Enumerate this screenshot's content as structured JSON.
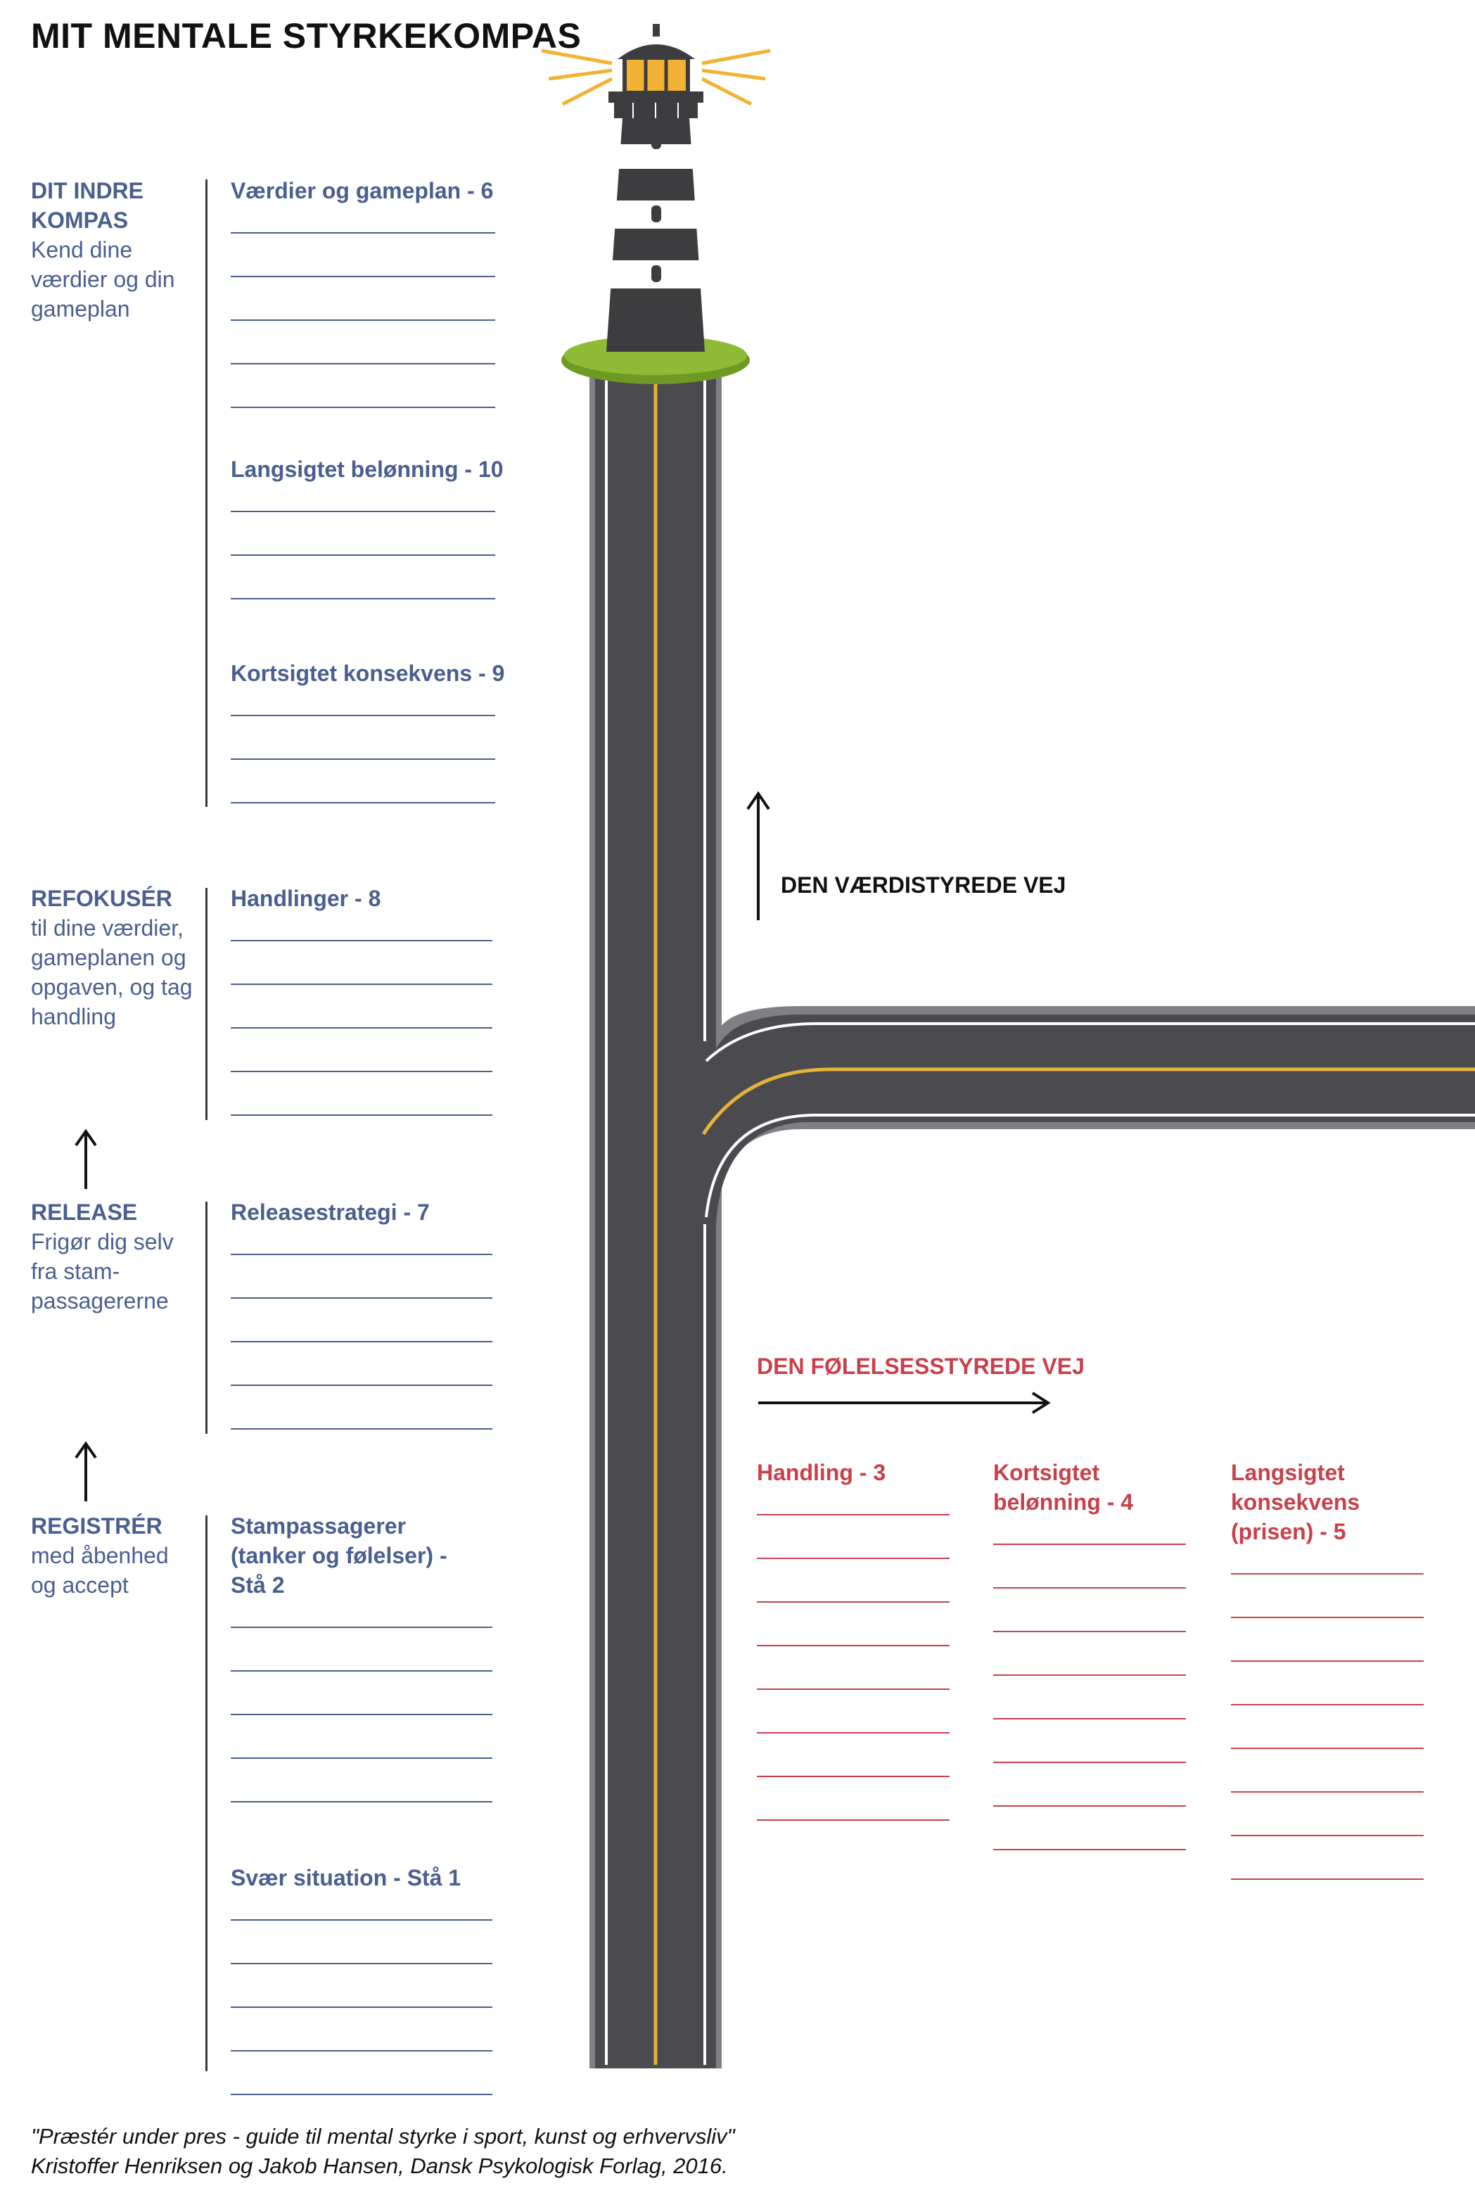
{
  "title": "MIT MENTALE STYRKEKOMPAS",
  "left_steps": [
    {
      "title": "DIT INDRE KOMPAS",
      "description": "Kend dine værdier og din gameplan"
    },
    {
      "title": "REFOKUSÉR",
      "description": "til dine værdier, gameplanen og opgaven, og tag handling"
    },
    {
      "title": "RELEASE",
      "description": "Frigør dig selv fra stam-passagererne"
    },
    {
      "title": "REGISTRÉR",
      "description": "med åbenhed og accept"
    }
  ],
  "sections": [
    {
      "heading": "Værdier og gameplan - 6",
      "lines": 5
    },
    {
      "heading": "Langsigtet belønning - 10",
      "lines": 3
    },
    {
      "heading": "Kortsigtet konsekvens - 9",
      "lines": 3
    },
    {
      "heading": "Handlinger - 8",
      "lines": 5
    },
    {
      "heading": "Releasestrategi - 7",
      "lines": 5
    },
    {
      "heading": "Stampassagerer (tanker og følelser) - Stå 2",
      "lines": 5
    },
    {
      "heading": "Svær situation - Stå 1",
      "lines": 5
    }
  ],
  "road_labels": {
    "values_road": "DEN VÆRDISTYREDE VEJ",
    "emotions_road": "DEN FØLELSESSTYREDE VEJ"
  },
  "emotion_columns": [
    {
      "heading": "Handling - 3",
      "lines": 8
    },
    {
      "heading": "Kortsigtet belønning - 4",
      "lines": 8
    },
    {
      "heading": "Langsigtet konsekvens (prisen) - 5",
      "lines": 8
    }
  ],
  "citation": {
    "line1": "\"Præstér under pres - guide til mental styrke i sport, kunst og erhvervsliv\"",
    "line2": "Kristoffer Henriksen og Jakob Hansen, Dansk Psykologisk Forlag, 2016."
  },
  "colors": {
    "blue_text": "#4a5e90",
    "red_text": "#c9404a",
    "road": "#4a4a4e",
    "road_edge": "#7b7b80",
    "center_line": "#e5b23a",
    "lighthouse_body": "#3d3d40",
    "lamp": "#f2b233",
    "grass": "#8dbb36"
  },
  "icons": [
    "lighthouse-icon",
    "up-arrow-icon",
    "right-arrow-icon"
  ]
}
